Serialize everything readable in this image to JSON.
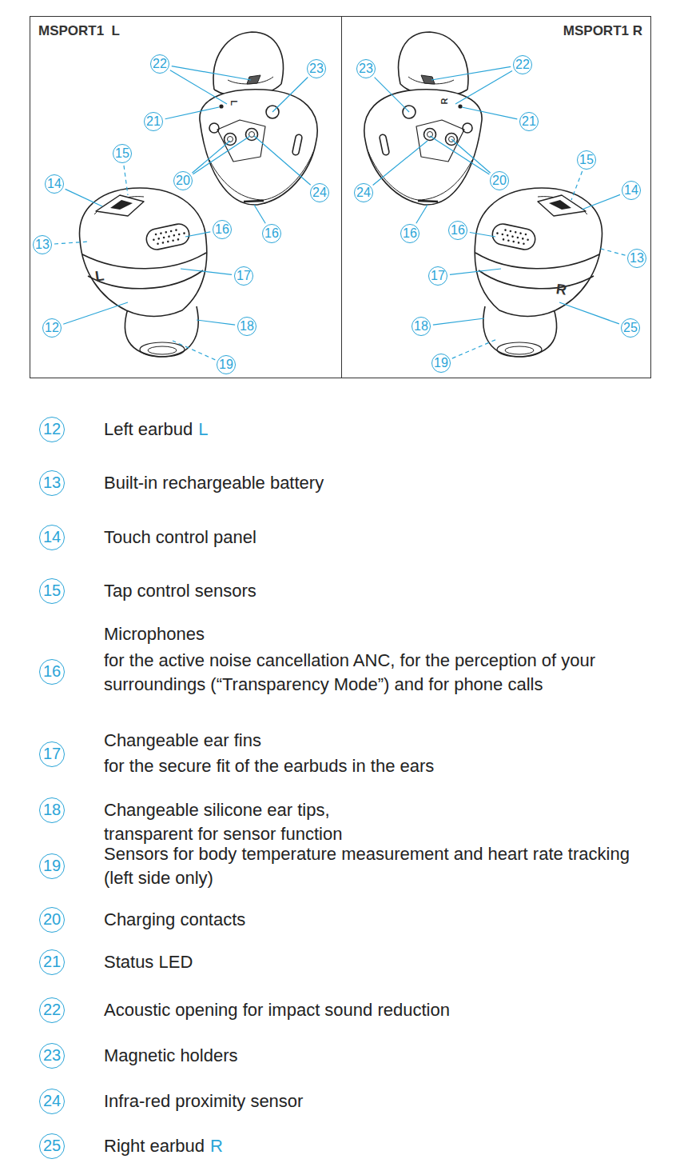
{
  "diagram": {
    "nodes": [
      {
        "text": [
          "MSPORT1  L"
        ]
      },
      {
        "text": [
          "MSPORT1 R"
        ]
      }
    ],
    "labels": [
      "22",
      "23",
      "21",
      "15",
      "14",
      "20",
      "24",
      "16",
      "16",
      "13",
      "17",
      "12",
      "18",
      "19",
      "L",
      "L",
      "23",
      "22",
      "21",
      "15",
      "14",
      "24",
      "20",
      "16",
      "16",
      "17",
      "13",
      "18",
      "25",
      "19",
      "R",
      "R",
      "12",
      "Left earbud",
      "L",
      "13",
      "Built-in rechargeable battery",
      "14",
      "Touch control panel",
      "15",
      "Tap control sensors",
      "16",
      "Microphones",
      "for the active noise cancellation ANC, for the perception of your surroundings (“Transparency Mode”) and for phone calls",
      "17",
      "Changeable ear fins",
      "for the secure fit of the earbuds in the ears",
      "18",
      "Changeable silicone ear tips, transparent for sensor function",
      "19",
      "Sensors for body temperature measurement and heart rate tracking (left side only)",
      "20",
      "Charging contacts",
      "21",
      "Status LED",
      "22",
      "Acoustic opening for impact sound reduction",
      "23",
      "Magnetic holders",
      "24",
      "Infra-red proximity sensor",
      "25",
      "Right earbud",
      "R"
    ]
  }
}
